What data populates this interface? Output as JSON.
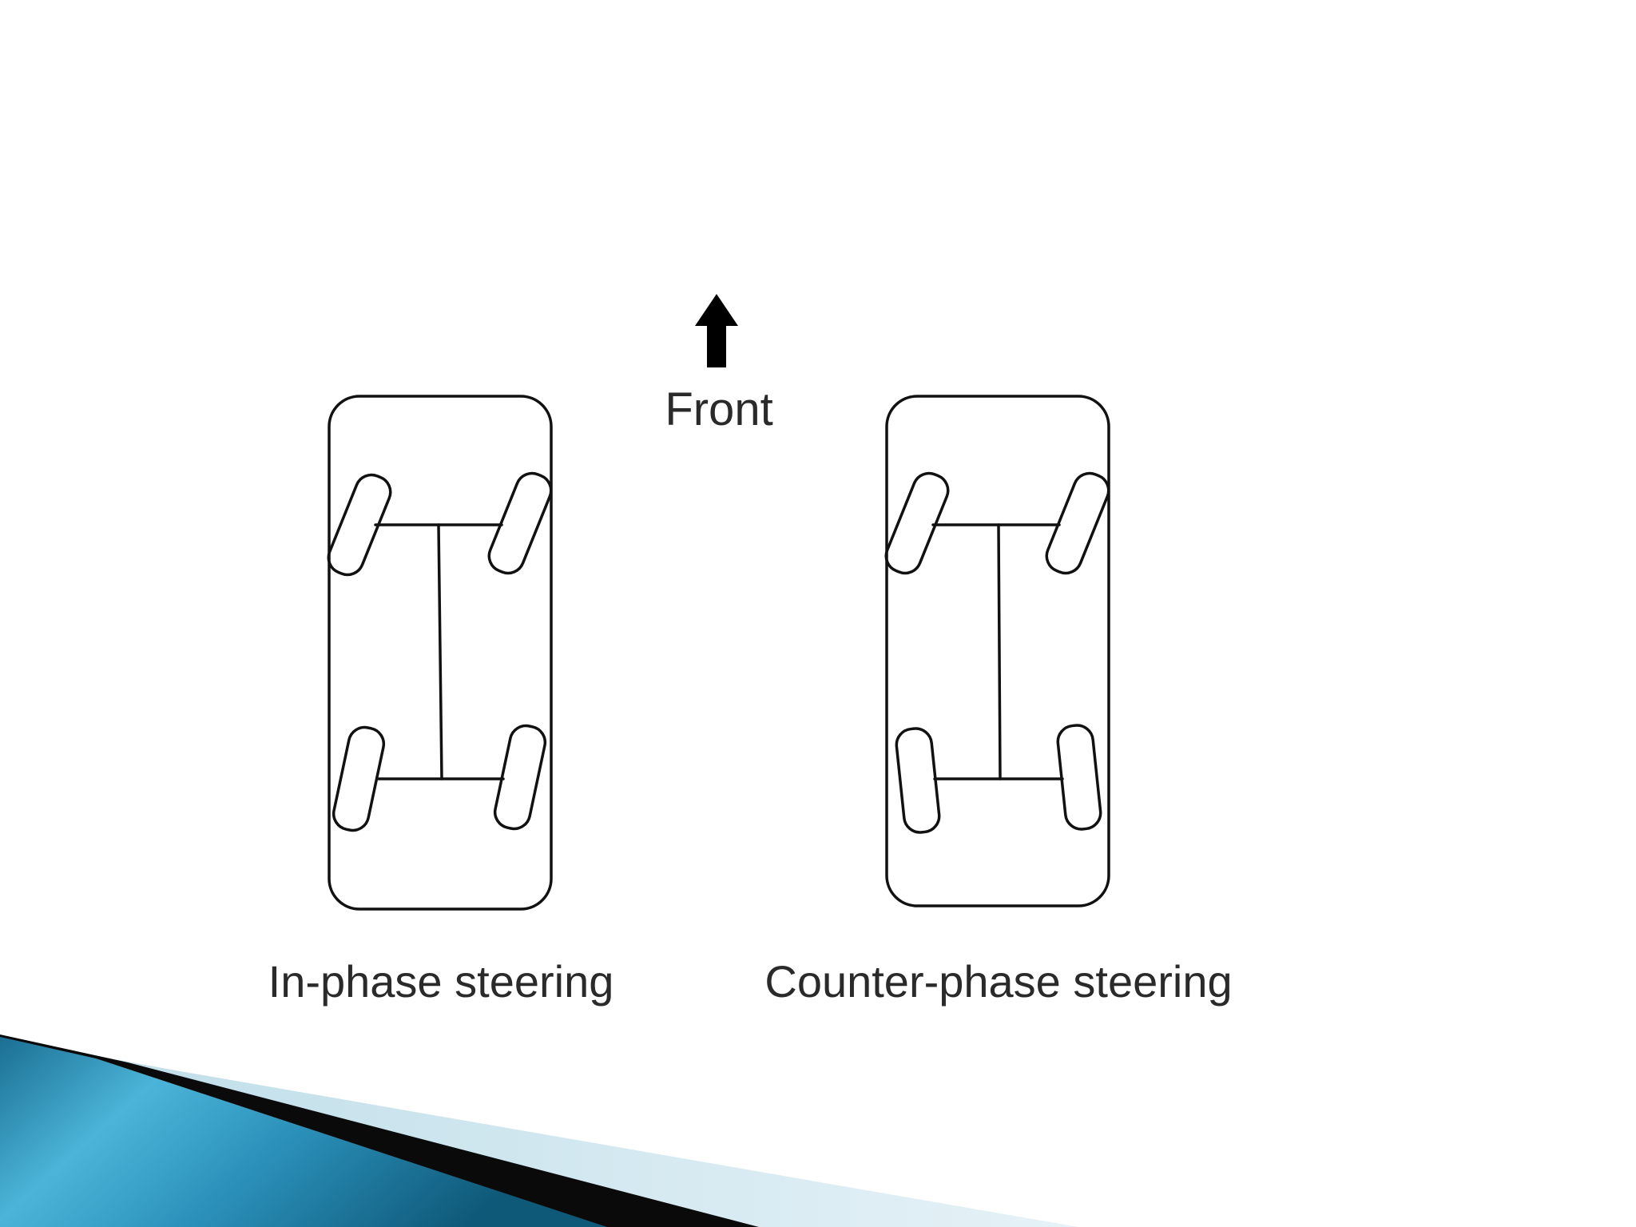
{
  "diagram": {
    "direction_label": "Front",
    "panels": [
      {
        "caption": "In-phase steering"
      },
      {
        "caption": "Counter-phase steering"
      }
    ]
  }
}
